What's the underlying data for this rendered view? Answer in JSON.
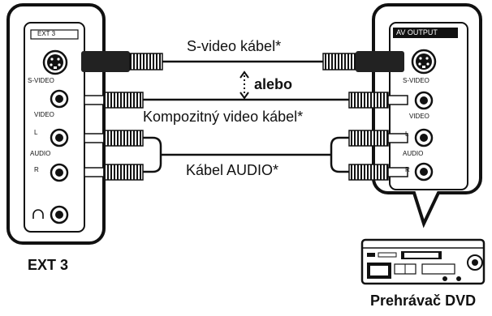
{
  "tv_panel": {
    "header": "EXT 3",
    "labels": {
      "svideo": "S-VIDEO",
      "video": "VIDEO",
      "l": "L",
      "audio": "AUDIO",
      "r": "R"
    },
    "headphone_icon": "headphone-icon",
    "caption": "EXT 3"
  },
  "dvd_panel": {
    "header": "AV OUTPUT",
    "labels": {
      "svideo": "S-VIDEO",
      "video": "VIDEO",
      "l": "L",
      "audio": "AUDIO",
      "r": "R"
    },
    "caption": "Prehrávač DVD"
  },
  "cables": {
    "svideo": "S-video kábel*",
    "or": "alebo",
    "composite": "Kompozitný video kábel*",
    "audio": "Kábel AUDIO*"
  },
  "colors": {
    "line": "#111111",
    "panel_fill": "#ffffff",
    "connector": "#222222"
  }
}
